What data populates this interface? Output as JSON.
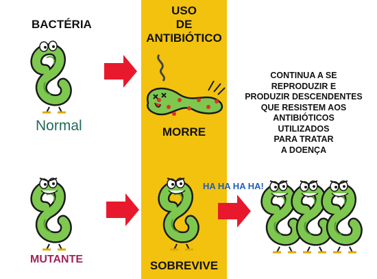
{
  "labels": {
    "bacteria": "BACTÉRIA",
    "normal": "Normal",
    "mutante": "MUTANTE",
    "uso_line1": "USO",
    "uso_line2": "DE",
    "uso_line3": "ANTIBIÓTICO",
    "morre": "MORRE",
    "sobrevive": "SOBREVIVE",
    "laugh": "HA HA HA HA!",
    "result_lines": [
      "CONTINUA A SE",
      "REPRODUZIR E",
      "PRODUZIR DESCENDENTES",
      "QUE RESISTEM AOS",
      "ANTIBIÓTICOS",
      "UTILIZADOS",
      "PARA TRATAR",
      "A DOENÇA"
    ]
  },
  "colors": {
    "antibiotic_band": "#f2c20f",
    "arrow": "#e8192c",
    "bacteria_body": "#7ec850",
    "spots": "#d9342b",
    "normal_text": "#1e6b5c",
    "mutante_text": "#a0245a",
    "laugh_text": "#1e5fb5"
  },
  "icons": [
    "bacterium-normal-icon",
    "dead-bacterium-icon",
    "bacterium-mutant-icon",
    "bacteria-colony-icon",
    "right-arrow-icon"
  ]
}
